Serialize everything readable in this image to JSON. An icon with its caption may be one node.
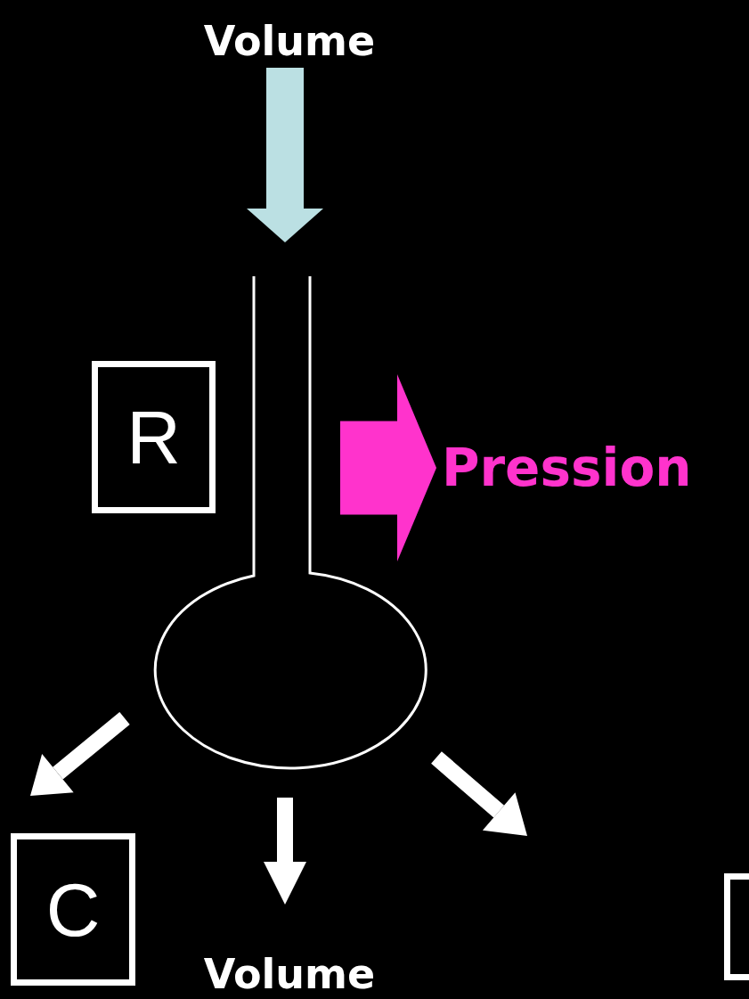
{
  "diagram": {
    "nodes": [
      {
        "text": [
          "Volume"
        ]
      },
      {
        "text": [],
        "shape": "balloon"
      },
      {
        "text": [
          "R"
        ]
      },
      {
        "text": [
          "Pression"
        ]
      },
      {
        "text": [
          "C"
        ]
      },
      {
        "text": [
          "Volume"
        ]
      },
      {
        "text": [],
        "shape": "box"
      }
    ],
    "edges": [
      {
        "from": 0,
        "to": 1,
        "arrow": "to",
        "style": "thick",
        "color": "#bbe0e3"
      },
      {
        "from": 1,
        "to": 3,
        "arrow": "to",
        "style": "thick",
        "color": "#ff33cc"
      },
      {
        "from": 1,
        "to": 4,
        "arrow": "to"
      },
      {
        "from": 1,
        "to": 5,
        "arrow": "to"
      },
      {
        "from": 1,
        "to": null,
        "arrow": "to"
      }
    ]
  }
}
